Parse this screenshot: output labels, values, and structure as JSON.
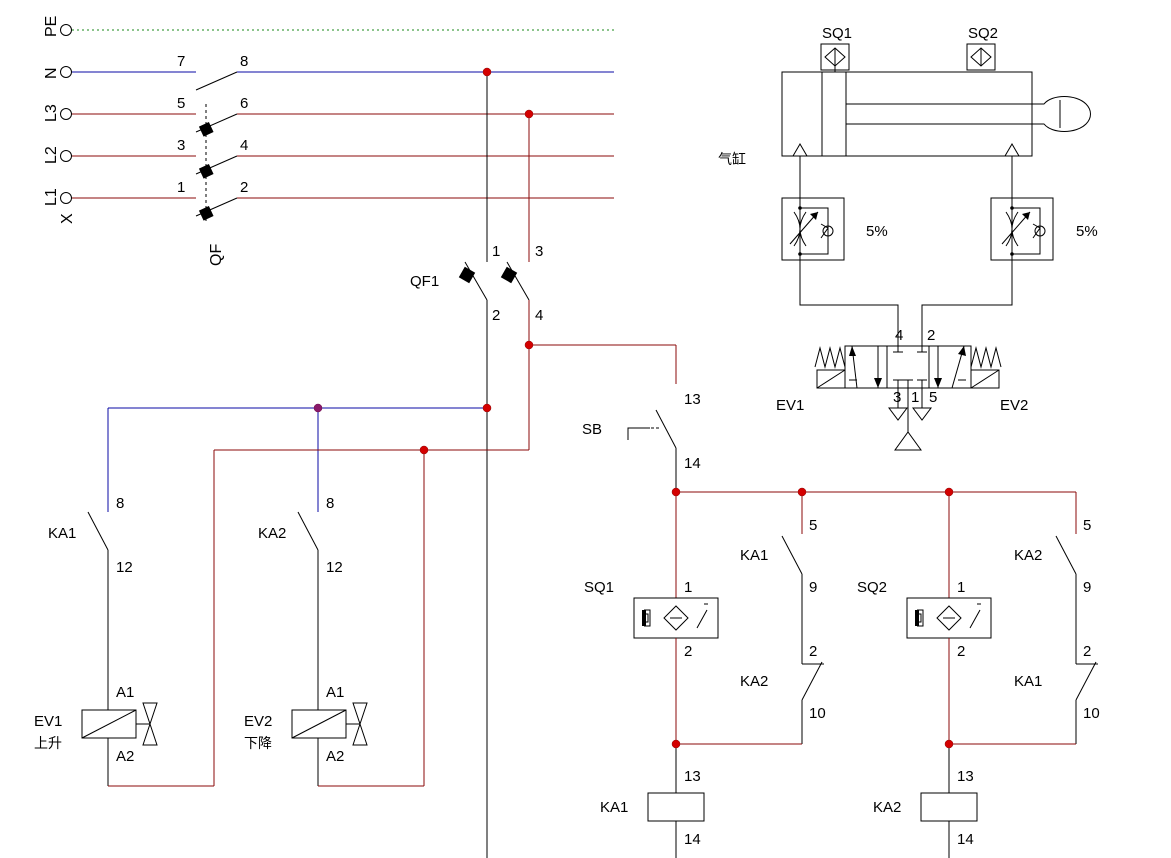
{
  "bus": {
    "pe": "PE",
    "n": "N",
    "l3": "L3",
    "l2": "L2",
    "l1": "L1",
    "x": "X",
    "qf": "QF",
    "qf_t7": "7",
    "qf_t8": "8",
    "qf_t5": "5",
    "qf_t6": "6",
    "qf_t3": "3",
    "qf_t4": "4",
    "qf_t1": "1",
    "qf_t2": "2"
  },
  "qf1": {
    "label": "QF1",
    "t1": "1",
    "t3": "3",
    "t2": "2",
    "t4": "4"
  },
  "left": {
    "ka1": "KA1",
    "ka1_t8": "8",
    "ka1_t12": "12",
    "ka2": "KA2",
    "ka2_t8": "8",
    "ka2_t12": "12",
    "ev1": "EV1",
    "ev1_desc": "上升",
    "ev1_a1": "A1",
    "ev1_a2": "A2",
    "ev2": "EV2",
    "ev2_desc": "下降",
    "ev2_a1": "A1",
    "ev2_a2": "A2"
  },
  "control": {
    "sb": "SB",
    "sb_t13": "13",
    "sb_t14": "14",
    "c1_t5": "5",
    "c1_ka1": "KA1",
    "c1_t9": "9",
    "c1_sq": "SQ1",
    "c1_sq_t1": "1",
    "c1_sq_t2": "2",
    "c1_ka2": "KA2",
    "c1_t2": "2",
    "c1_t10": "10",
    "c1_coil": "KA1",
    "c1_t13": "13",
    "c1_t14": "14",
    "c2_t5": "5",
    "c2_ka2": "KA2",
    "c2_t9": "9",
    "c2_sq": "SQ2",
    "c2_sq_t1": "1",
    "c2_sq_t2": "2",
    "c2_ka1": "KA1",
    "c2_t2": "2",
    "c2_t10": "10",
    "c2_coil": "KA2",
    "c2_t13": "13",
    "c2_t14": "14"
  },
  "pneumatic": {
    "sq1": "SQ1",
    "sq2": "SQ2",
    "cylinder": "气缸",
    "flow_left": "5%",
    "flow_right": "5%",
    "p4": "4",
    "p2": "2",
    "p3": "3",
    "p1": "1",
    "p5": "5",
    "ev1": "EV1",
    "ev2": "EV2"
  },
  "colors": {
    "phase": "#8b0a0a",
    "neutral": "#0a0aa6",
    "pe": "#1a8a1a",
    "junction": "#d40000"
  }
}
